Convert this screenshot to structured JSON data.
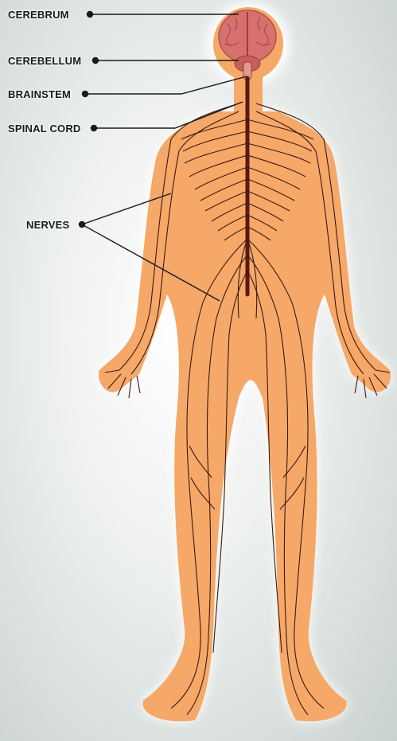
{
  "labels": {
    "cerebrum": "CEREBRUM",
    "cerebellum": "CEREBELLUM",
    "brainstem": "BRAINSTEM",
    "spinal_cord": "SPINAL CORD",
    "nerves": "NERVES"
  },
  "colors": {
    "skin": "#f5a868",
    "glow": "#ffffff",
    "brain": "#d6716d",
    "brain_dark": "#b0504e",
    "spinal_cord": "#5a1a12",
    "nerve": "#3a1a12",
    "leader_line": "#1a1a1a"
  }
}
